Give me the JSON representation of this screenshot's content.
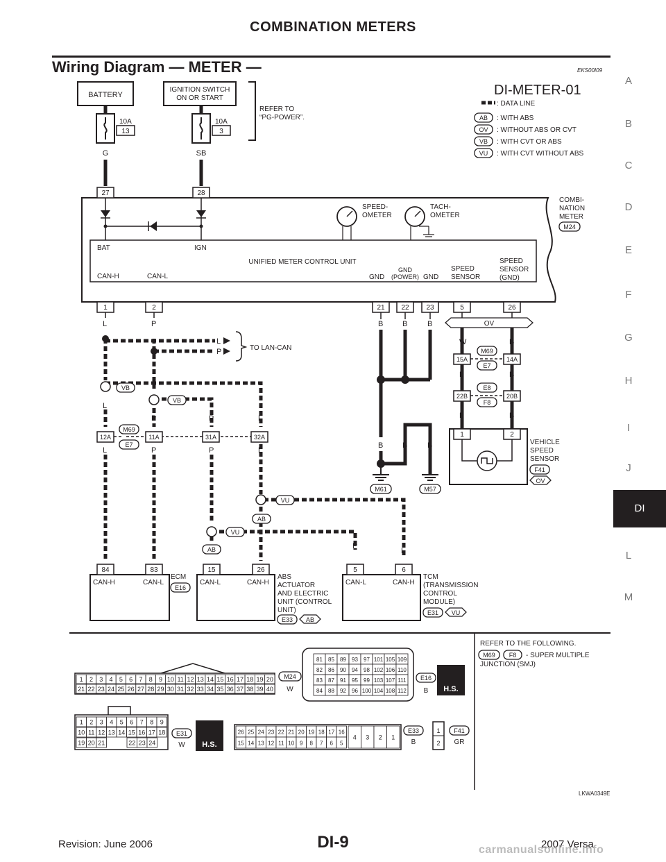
{
  "header": {
    "title": "COMBINATION METERS",
    "section_title": "Wiring Diagram — METER —",
    "section_code": "EKS00I09"
  },
  "side_index": [
    "A",
    "B",
    "C",
    "D",
    "E",
    "F",
    "G",
    "H",
    "I",
    "J",
    "DI",
    "L",
    "M"
  ],
  "side_index_active": "DI",
  "footer": {
    "page_number": "DI-9",
    "revision": "Revision: June 2006",
    "model_year": "2007 Versa",
    "watermark": "carmanualsonline.info"
  },
  "diagram": {
    "code": "DI-METER-01",
    "figure_id": "LKWA0349E",
    "legend": [
      {
        "symbol": "line",
        "text": ": DATA LINE"
      },
      {
        "symbol": "AB",
        "text": ": WITH ABS"
      },
      {
        "symbol": "OV",
        "text": ": WITHOUT ABS OR CVT"
      },
      {
        "symbol": "VB",
        "text": ": WITH CVT OR ABS"
      },
      {
        "symbol": "VU",
        "text": ": WITH CVT WITHOUT ABS"
      }
    ],
    "power": {
      "battery": "BATTERY",
      "ignition_line1": "IGNITION SWITCH",
      "ignition_line2": "ON OR START",
      "refer_line1": "REFER TO",
      "refer_line2": "“PG-POWER”.",
      "fuse1_amp": "10A",
      "fuse1_num": "13",
      "fuse1_wire": "G",
      "fuse2_amp": "10A",
      "fuse2_num": "3",
      "fuse2_wire": "SB"
    },
    "meter": {
      "name_line1": "COMBI-",
      "name_line2": "NATION",
      "name_line3": "METER",
      "connector": "M24",
      "speedo_line1": "SPEED-",
      "speedo_line2": "OMETER",
      "tacho_line1": "TACH-",
      "tacho_line2": "OMETER",
      "unit": "UNIFIED METER CONTROL UNIT",
      "bat": "BAT",
      "ign": "IGN",
      "can_h": "CAN-H",
      "can_l": "CAN-L",
      "gnd": "GND",
      "gnd_power1": "GND",
      "gnd_power2": "(POWER)",
      "gnd2": "GND",
      "speed_sensor1": "SPEED",
      "speed_sensor2": "SENSOR",
      "speed_gnd1": "SPEED",
      "speed_gnd2": "SENSOR",
      "speed_gnd3": "(GND)",
      "top_pins": [
        "27",
        "28"
      ],
      "bottom_pins": [
        "1",
        "2",
        "21",
        "22",
        "23",
        "5",
        "26"
      ]
    },
    "wires": {
      "l": "L",
      "p": "P",
      "b": "B",
      "w": "W",
      "to_lan_can": "TO LAN-CAN",
      "ov": "OV",
      "vb": "VB",
      "vu": "VU",
      "ab": "AB"
    },
    "junctions": {
      "m69": "M69",
      "e7": "E7",
      "e8": "E8",
      "f8": "F8",
      "pin_15a": "15A",
      "pin_14a": "14A",
      "pin_22b": "22B",
      "pin_20b": "20B",
      "pin_12a": "12A",
      "pin_11a": "11A",
      "pin_31a": "31A",
      "pin_32a": "32A"
    },
    "grounds": {
      "m61": "M61",
      "m57": "M57"
    },
    "vss": {
      "line1": "VEHICLE",
      "line2": "SPEED",
      "line3": "SENSOR",
      "connector": "F41",
      "option": "OV",
      "pin1": "1",
      "pin2": "2"
    },
    "modules": {
      "ecm": {
        "pin1": "84",
        "pin2": "83",
        "label1": "CAN-H",
        "label2": "CAN-L",
        "name": "ECM",
        "connector": "E16"
      },
      "abs": {
        "pin1": "15",
        "pin2": "26",
        "label1": "CAN-L",
        "label2": "CAN-H",
        "name1": "ABS",
        "name2": "ACTUATOR",
        "name3": "AND ELECTRIC",
        "name4": "UNIT (CONTROL",
        "name5": "UNIT)",
        "connector": "E33",
        "option": "AB"
      },
      "tcm": {
        "pin1": "5",
        "pin2": "6",
        "label1": "CAN-L",
        "label2": "CAN-H",
        "name1": "TCM",
        "name2": "(TRANSMISSION",
        "name3": "CONTROL",
        "name4": "MODULE)",
        "connector": "E31",
        "option": "VU"
      }
    },
    "refer": {
      "line1": "REFER TO THE FOLLOWING.",
      "m69": "M69",
      "f8": "F8",
      "line2": "- SUPER MULTIPLE",
      "line3": "JUNCTION (SMJ)"
    },
    "connectors": {
      "m24": {
        "id": "M24",
        "color": "W",
        "row1": [
          "1",
          "2",
          "3",
          "4",
          "5",
          "6",
          "7",
          "8",
          "9",
          "10",
          "11",
          "12",
          "13",
          "14",
          "15",
          "16",
          "17",
          "18",
          "19",
          "20"
        ],
        "row2": [
          "21",
          "22",
          "23",
          "24",
          "25",
          "26",
          "27",
          "28",
          "29",
          "30",
          "31",
          "32",
          "33",
          "34",
          "35",
          "36",
          "37",
          "38",
          "39",
          "40"
        ]
      },
      "e16": {
        "id": "E16",
        "color": "B",
        "hs": "H.S.",
        "rows": [
          [
            "81",
            "85",
            "89",
            "93",
            "97",
            "101",
            "105",
            "109"
          ],
          [
            "82",
            "86",
            "90",
            "94",
            "98",
            "102",
            "106",
            "110"
          ],
          [
            "83",
            "87",
            "91",
            "95",
            "99",
            "103",
            "107",
            "111"
          ],
          [
            "84",
            "88",
            "92",
            "96",
            "100",
            "104",
            "108",
            "112"
          ]
        ]
      },
      "e31": {
        "id": "E31",
        "color": "W",
        "hs": "H.S.",
        "row1": [
          "1",
          "2",
          "3",
          "4",
          "5",
          "6",
          "7",
          "8",
          "9"
        ],
        "row2": [
          "10",
          "11",
          "12",
          "13",
          "14",
          "15",
          "16",
          "17",
          "18"
        ],
        "row3": [
          "19",
          "20",
          "21",
          "22",
          "23",
          "24"
        ]
      },
      "e33": {
        "id": "E33",
        "color": "B",
        "row1": [
          "26",
          "25",
          "24",
          "23",
          "22",
          "21",
          "20",
          "19",
          "18",
          "17",
          "16"
        ],
        "row2": [
          "15",
          "14",
          "13",
          "12",
          "11",
          "10",
          "9",
          "8",
          "7",
          "6",
          "5"
        ],
        "big": [
          "4",
          "3",
          "2",
          "1"
        ]
      },
      "f41": {
        "id": "F41",
        "color": "GR",
        "pins": [
          "1",
          "2"
        ]
      }
    }
  }
}
